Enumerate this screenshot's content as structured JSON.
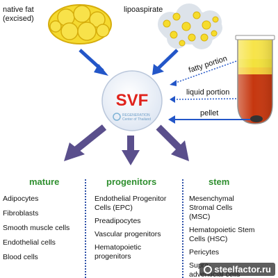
{
  "labels": {
    "native_fat": "native fat\n(excised)",
    "lipoaspirate": "lipoaspirate",
    "fatty_portion": "fatty portion",
    "liquid_portion": "liquid portion",
    "pellet": "pellet"
  },
  "center": {
    "title": "SVF",
    "logo_line1": "REGENERATION",
    "logo_line2": "Center of Thailand"
  },
  "columns": [
    {
      "heading": "mature",
      "items": [
        "Adipocytes",
        "Fibroblasts",
        "Smooth muscle cells",
        "Endothelial cells",
        "Blood cells"
      ]
    },
    {
      "heading": "progenitors",
      "items": [
        "Endothelial Progenitor Cells (EPC)",
        "Preadipocytes",
        "Vascular progenitors",
        "Hematopoietic progenitors"
      ]
    },
    {
      "heading": "stem",
      "items": [
        "Mesenchymal Stromal Cells (MSC)",
        "Hematopoietic Stem Cells (HSC)",
        "Pericytes",
        "Supra-adventicial cells"
      ]
    }
  ],
  "watermark": "steelfactor.ru",
  "colors": {
    "fat_yellow": "#f3d629",
    "fat_outline": "#d8b10f",
    "lipo_cloud": "#d9e0e8",
    "tube_yellow": "#f6e043",
    "tube_red": "#c9370f",
    "arrow_blue": "#2356c8",
    "arrow_purple": "#5a4f8c",
    "svf_red": "#e0231c",
    "heading_green": "#2f8f2f",
    "separator_blue": "#2c4fa8"
  }
}
